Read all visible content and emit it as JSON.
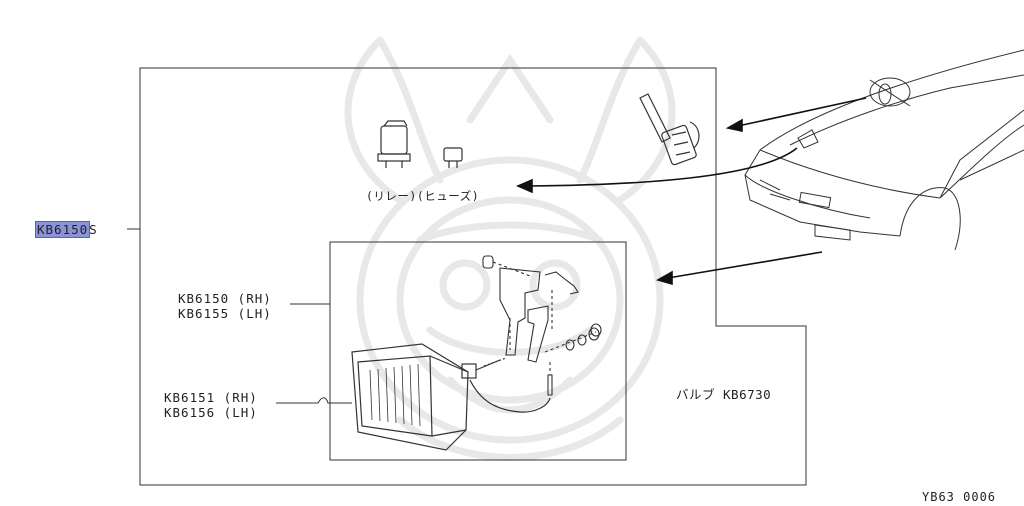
{
  "main_part": {
    "highlight": "KB6150",
    "rest": "S"
  },
  "parts": {
    "rh_housing": "KB6150 (RH)",
    "lh_housing": "KB6155 (LH)",
    "rh_lamp": "KB6151 (RH)",
    "lh_lamp": "KB6156 (LH)",
    "bulb": "バルブ KB6730",
    "relay_fuse": "(リレー)(ヒューズ)"
  },
  "diagram_id": "YB63 0006",
  "colors": {
    "highlight": "#8b93d8",
    "ink": "#222222",
    "watermark": "#e6e6e6"
  }
}
